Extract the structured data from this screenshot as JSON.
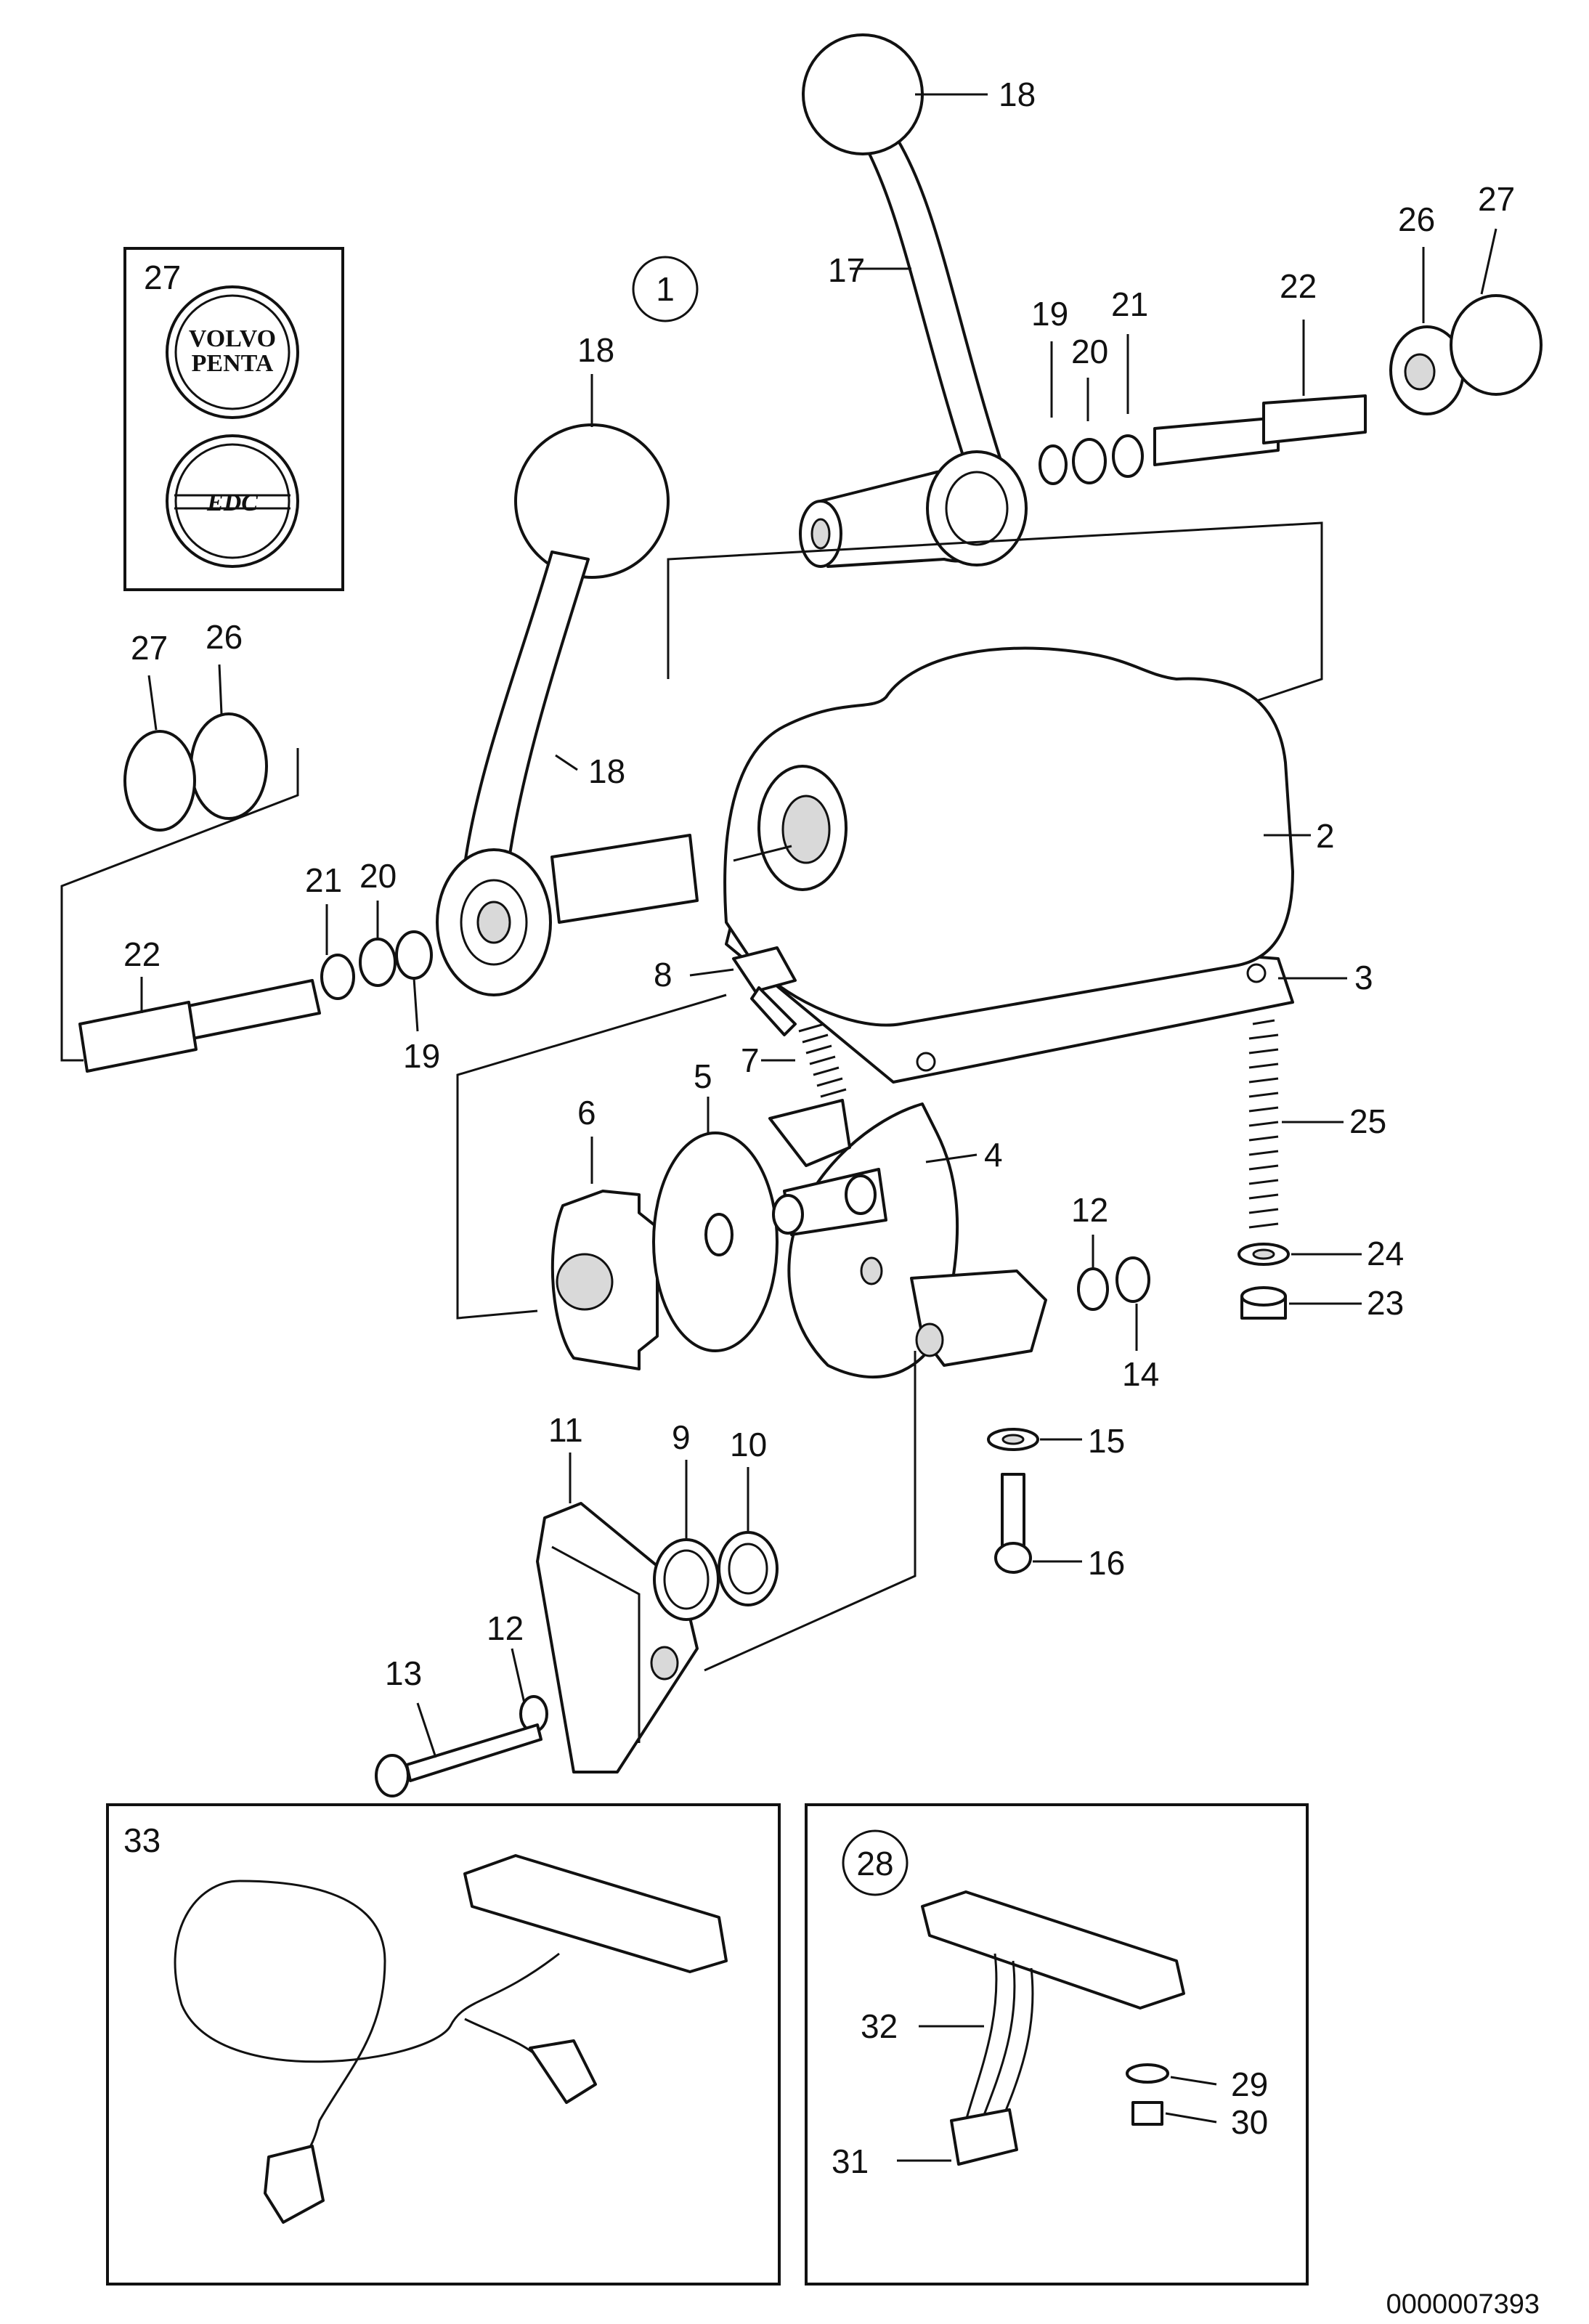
{
  "callouts": {
    "c1": "1",
    "c2": "2",
    "c3": "3",
    "c4": "4",
    "c5": "5",
    "c6": "6",
    "c7": "7",
    "c8": "8",
    "c9": "9",
    "c10": "10",
    "c11": "11",
    "c12a": "12",
    "c12b": "12",
    "c13": "13",
    "c14": "14",
    "c15": "15",
    "c16": "16",
    "c17": "17",
    "c18a": "18",
    "c18b": "18",
    "c18c": "18",
    "c19a": "19",
    "c19b": "19",
    "c20a": "20",
    "c20b": "20",
    "c21a": "21",
    "c21b": "21",
    "c22a": "22",
    "c22b": "22",
    "c23": "23",
    "c24": "24",
    "c25": "25",
    "c26a": "26",
    "c26b": "26",
    "c27a": "27",
    "c27b": "27",
    "c27c": "27",
    "c28": "28",
    "c29": "29",
    "c30": "30",
    "c31": "31",
    "c32": "32",
    "c33": "33"
  },
  "logos": {
    "volvo_line1": "VOLVO",
    "volvo_line2": "PENTA",
    "edc": "EDC"
  },
  "drawing_number": "0000007393"
}
